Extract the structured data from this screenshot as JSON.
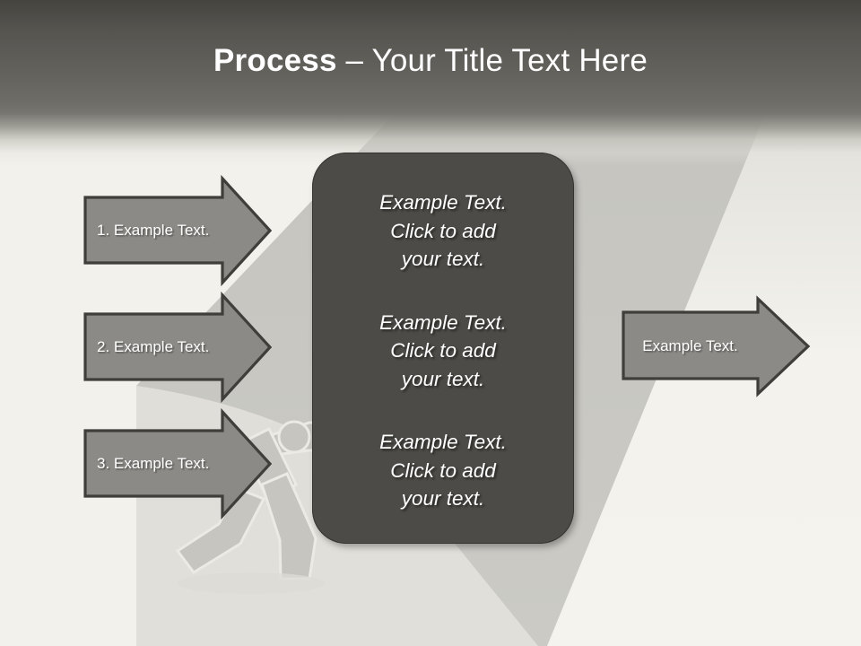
{
  "slide": {
    "title": {
      "bold_part": "Process",
      "rest_part": " – Your Title Text Here"
    },
    "background_color": "#f1f0ea",
    "header_color": "#45443f",
    "accent_color": "#808080",
    "panel_color": "#4c4b47"
  },
  "input_arrows": [
    {
      "label": "1.  Example Text."
    },
    {
      "label": "2.  Example Text."
    },
    {
      "label": "3.  Example Text."
    }
  ],
  "output_arrow": {
    "label": "Example Text."
  },
  "panel": {
    "blocks": [
      {
        "line1": "Example Text.",
        "line2": "Click  to add",
        "line3": "your text."
      },
      {
        "line1": "Example Text.",
        "line2": "Click  to add",
        "line3": "your text."
      },
      {
        "line1": "Example Text.",
        "line2": "Click  to add",
        "line3": "your text."
      }
    ]
  }
}
